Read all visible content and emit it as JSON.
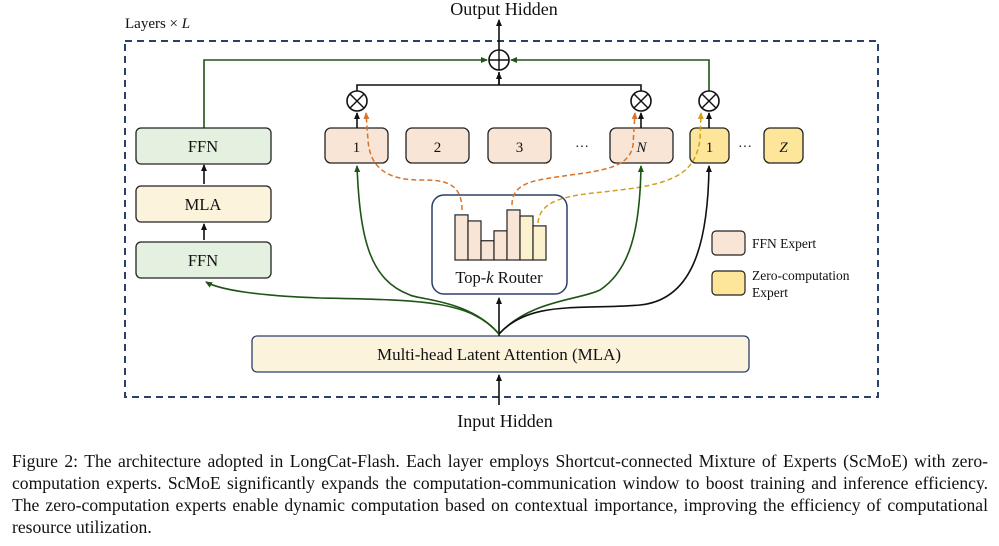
{
  "figure": {
    "layers_label": "Layers × ",
    "layers_var": "L",
    "output_label": "Output Hidden",
    "input_label": "Input Hidden",
    "dense_path": [
      {
        "label": "FFN",
        "kind": "ffn"
      },
      {
        "label": "MLA",
        "kind": "mla"
      },
      {
        "label": "FFN",
        "kind": "ffn"
      }
    ],
    "mla_main_label": "Multi-head Latent Attention (MLA)",
    "ffn_experts": [
      "1",
      "2",
      "3",
      "N"
    ],
    "zero_experts": [
      "1",
      "Z"
    ],
    "ellipsis": "···",
    "router": {
      "label_prefix": "Top-",
      "label_var": "k",
      "label_suffix": " Router",
      "scores": [
        0.82,
        0.71,
        0.35,
        0.53,
        0.91,
        0.8,
        0.62
      ],
      "bar_kinds": [
        "ffn",
        "ffn",
        "ffn",
        "ffn",
        "ffn",
        "zero",
        "zero"
      ]
    },
    "legend": [
      {
        "label": "FFN Expert",
        "kind": "ffn"
      },
      {
        "label_line1": "Zero-computation",
        "label_line2": "Expert",
        "kind": "zero"
      }
    ],
    "colors": {
      "ffn_fill": "#f9e5d6",
      "zero_fill": "#fde699",
      "dense_ffn_fill": "#e4f1e0",
      "mla_fill": "#fcf3dd",
      "router_bar_ffn": "#f9e5d6",
      "router_bar_zero": "#fbf1cc",
      "frame": "#2b3f6b",
      "shortcut_green": "#1e5416",
      "route_orange": "#d9732a",
      "route_gold": "#cfa21f"
    }
  },
  "caption": "Figure 2: The architecture adopted in LongCat-Flash. Each layer employs Shortcut-connected Mixture of Experts (ScMoE) with zero-computation experts. ScMoE significantly expands the computation-communication window to boost training and inference efficiency. The zero-computation experts enable dynamic computation based on contextual importance, improving the efficiency of computational resource utilization."
}
